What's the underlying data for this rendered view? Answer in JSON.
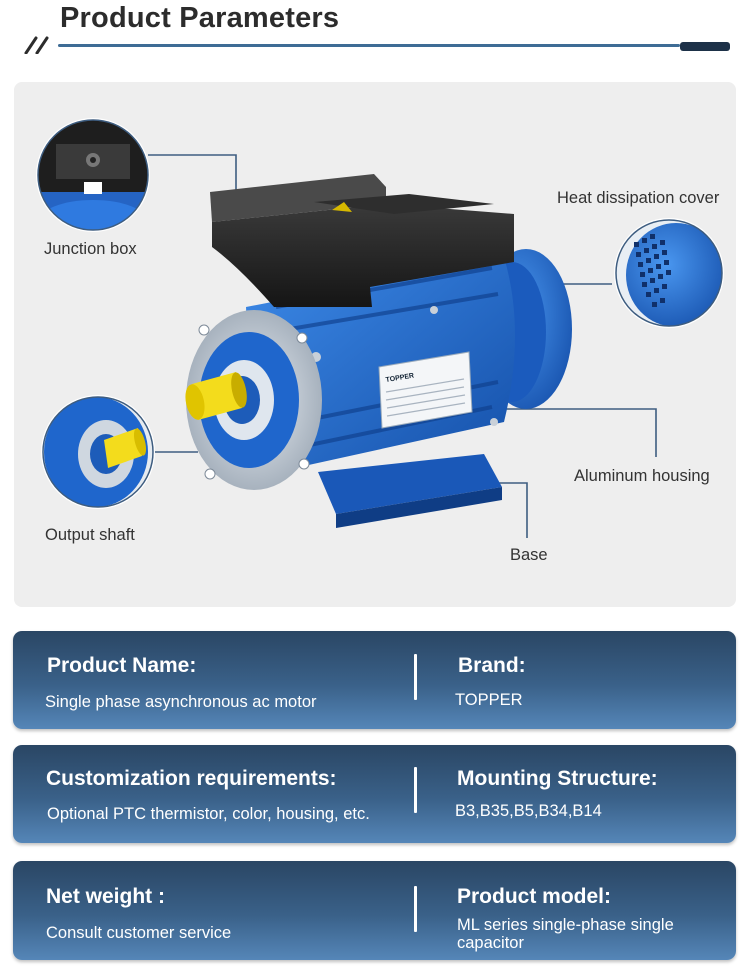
{
  "header": {
    "title": "Product Parameters"
  },
  "diagram": {
    "labels": {
      "junction_box": "Junction box",
      "heat_cover": "Heat dissipation cover",
      "output_shaft": "Output shaft",
      "aluminum_housing": "Aluminum housing",
      "base": "Base"
    },
    "nameplate_brand": "TOPPER"
  },
  "colors": {
    "card_top": "#2a4664",
    "card_bottom": "#5586b8",
    "motor_blue": "#1f63c8",
    "shaft_yellow": "#f3dc1c"
  },
  "specs": [
    {
      "left_key": "Product Name:",
      "left_value": "Single phase asynchronous ac motor",
      "right_key": "Brand:",
      "right_value": "TOPPER"
    },
    {
      "left_key": "Customization requirements:",
      "left_value": "Optional PTC thermistor, color, housing, etc.",
      "right_key": "Mounting Structure:",
      "right_value": "B3,B35,B5,B34,B14"
    },
    {
      "left_key": "Net weight :",
      "left_value": "Consult customer service",
      "right_key": "Product model:",
      "right_value": "ML series single-phase single",
      "right_value_2": "capacitor"
    }
  ]
}
